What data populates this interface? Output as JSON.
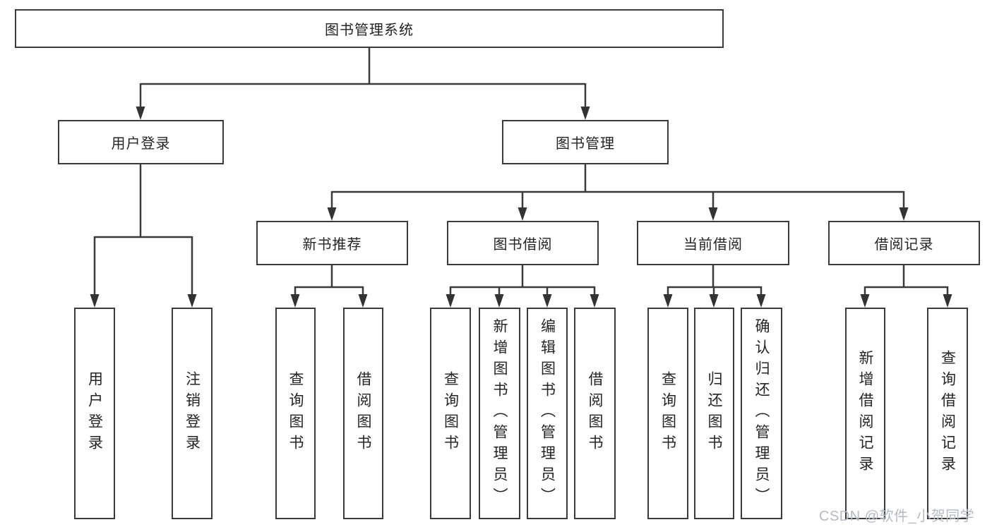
{
  "diagram": {
    "tree": {
      "label": "图书管理系统",
      "children": [
        {
          "label": "用户登录",
          "children": [
            {
              "label": "用户登录"
            },
            {
              "label": "注销登录"
            }
          ]
        },
        {
          "label": "图书管理",
          "children": [
            {
              "label": "新书推荐",
              "children": [
                {
                  "label": "查询图书"
                },
                {
                  "label": "借阅图书"
                }
              ]
            },
            {
              "label": "图书借阅",
              "children": [
                {
                  "label": "查询图书"
                },
                {
                  "label": "新增图书（管理员）"
                },
                {
                  "label": "编辑图书（管理员）"
                },
                {
                  "label": "借阅图书"
                }
              ]
            },
            {
              "label": "当前借阅",
              "children": [
                {
                  "label": "查询图书"
                },
                {
                  "label": "归还图书"
                },
                {
                  "label": "确认归还（管理员）"
                }
              ]
            },
            {
              "label": "借阅记录",
              "children": [
                {
                  "label": "新增借阅记录"
                },
                {
                  "label": "查询借阅记录"
                }
              ]
            }
          ]
        }
      ]
    },
    "colors": {
      "line": "#3a3a3a",
      "box_border": "#3a3a3a",
      "text": "#242424",
      "background": "#ffffff",
      "watermark": "#b5bbc3"
    }
  },
  "watermark": {
    "text": "CSDN @软件_小贺同学"
  }
}
